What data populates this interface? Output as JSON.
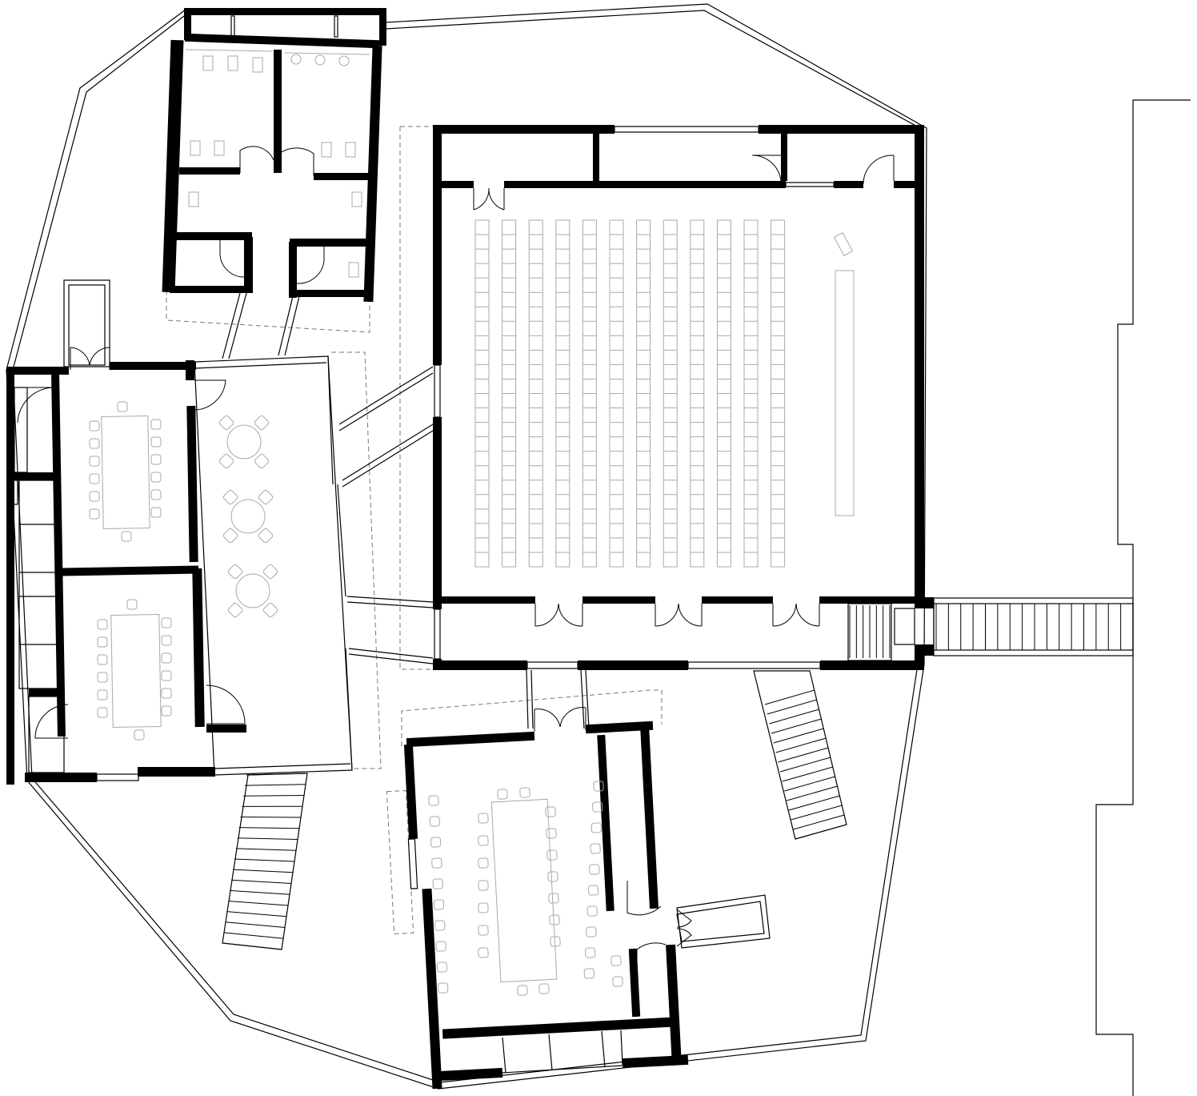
{
  "drawing": {
    "kind": "architectural-floor-plan",
    "labels_shown": false
  },
  "colors": {
    "background": "#ffffff",
    "wall": "#000000",
    "line": "#000000",
    "dashed_overhang": "#777777",
    "furniture": "#a9a9a9"
  },
  "icons": {
    "door": "door-swing-arc-icon",
    "chair": "chair-icon",
    "round_table": "round-table-icon",
    "stair": "stair-treads-icon"
  },
  "rooms": {
    "auditorium": {
      "seat_columns": 12,
      "seats_per_column": 24
    },
    "meeting_room_west_upper": {
      "chairs": 14
    },
    "meeting_room_west_lower": {
      "chairs": 14
    },
    "meeting_room_south": {
      "chairs": 36
    },
    "lounge": {
      "round_tables": 3,
      "chairs_per_table": 4
    }
  },
  "stairs": {
    "east_bridge_treads": 16,
    "east_entry_treads": 6,
    "southwest_treads": 16,
    "southeast_treads": 14
  }
}
